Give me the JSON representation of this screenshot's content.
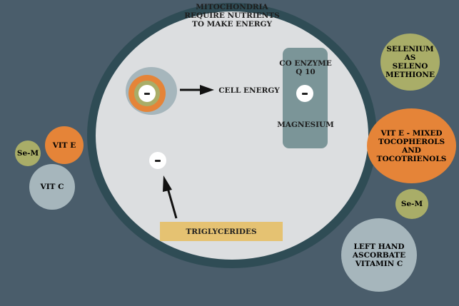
{
  "cell": {
    "title_line1": "MITOCHONDRIA",
    "title_line2": "REQUIRE NUTRIENTS",
    "title_line3": "TO MAKE ENERGY",
    "cell_energy": "CELL ENERGY",
    "coenzyme_line1": "CO ENZYME",
    "coenzyme_line2": "Q 10",
    "magnesium": "MAGNESIUM",
    "triglycerides": "TRIGLYCERIDES"
  },
  "left_nutrients": {
    "se_m": "Se-M",
    "vit_e": "VIT E",
    "vit_c": "VIT C"
  },
  "right_nutrients": {
    "selenium_line1": "SELENIUM AS",
    "selenium_line2": "SELENO",
    "selenium_line3": "METHIONE",
    "vite_line1": "VIT E - MIXED",
    "vite_line2": "TOCOPHEROLS",
    "vite_line3": "AND TOCOTRIENOLS",
    "se_m": "Se-M",
    "vitc_line1": "LEFT HAND",
    "vitc_line2": "ASCORBATE",
    "vitc_line3": "VITAMIN C"
  },
  "colors": {
    "background": "#4a5d6b",
    "cell_ring": "#2f4c55",
    "cell_fill": "#dcdee0",
    "orange": "#e58438",
    "olive": "#a9ad68",
    "blue_grey": "#a6b6bc",
    "triglyceride_bar": "#e5c272",
    "coenzyme_panel": "#7b9598"
  }
}
